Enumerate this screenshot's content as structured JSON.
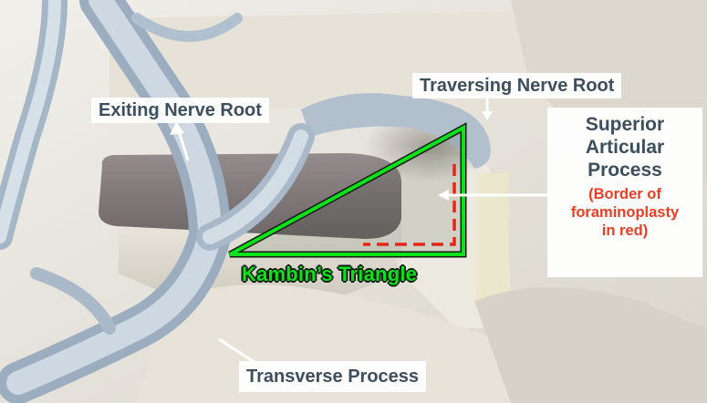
{
  "labels": {
    "exiting_nerve_root": "Exiting Nerve Root",
    "traversing_nerve_root": "Traversing Nerve Root",
    "superior_articular_process": [
      "Superior",
      "Articular",
      "Process"
    ],
    "foraminoplasty_border_note": [
      "(Border of",
      "foraminoplasty",
      "in red)"
    ],
    "kambins_triangle": "Kambin’s Triangle",
    "transverse_process": "Transverse Process"
  },
  "colors": {
    "label_text": "#3d4f5f",
    "label_background": "#ffffff",
    "border_note_text": "#ec3d24",
    "kambin_triangle_outline": "#0fe01c",
    "foraminoplasty_border": "#e8251b",
    "nerve": "#b4c2d0",
    "bone": "#e2ded2",
    "disc": "#857d7d"
  }
}
